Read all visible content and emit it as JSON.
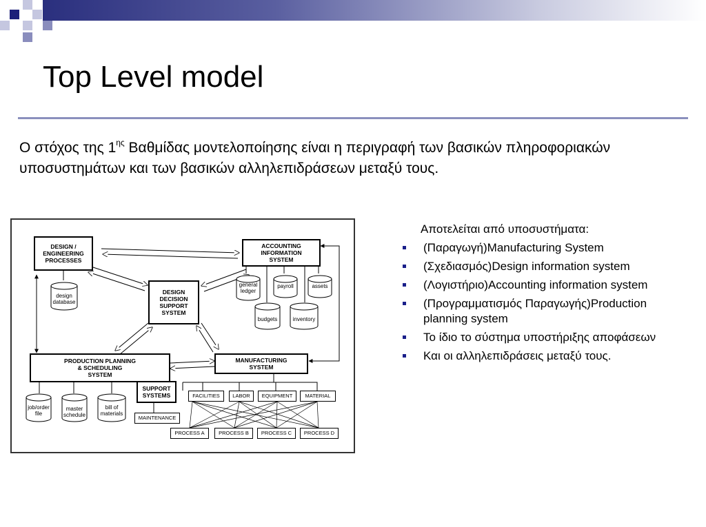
{
  "slide": {
    "title": "Top Level model",
    "intro_before_sup": "Ο στόχος της 1",
    "intro_sup": "ης",
    "intro_after_sup": " Βαθμίδας μοντελοποίησης είναι η περιγραφή των βασικών πληροφοριακών υποσυστημάτων και των βασικών αλληλεπιδράσεων μεταξύ τους.",
    "accent_color": "#2a2f7e",
    "rule_color": "#8a8fbd"
  },
  "diagram": {
    "boxes": {
      "design_eng": "DESIGN /\nENGINEERING\nPROCESSES",
      "accounting": "ACCOUNTING\nINFORMATION\nSYSTEM",
      "dds": "DESIGN\nDECISION\nSUPPORT\nSYSTEM",
      "production": "PRODUCTION PLANNING\n& SCHEDULING\nSYSTEM",
      "manufacturing": "MANUFACTURING\nSYSTEM",
      "support": "SUPPORT\nSYSTEMS",
      "maintenance": "MAINTENANCE",
      "facilities": "FACILITIES",
      "labor": "LABOR",
      "equipment": "EQUIPMENT",
      "material": "MATERIAL",
      "process_a": "PROCESS A",
      "process_b": "PROCESS B",
      "process_c": "PROCESS C",
      "process_d": "PROCESS D"
    },
    "databases": {
      "design_db": "design\ndatabase",
      "general_ledger": "general\nledger",
      "payroll": "payroll",
      "assets": "assets",
      "budgets": "budgets",
      "inventory": "inventory",
      "job_order": "job/order\nfile",
      "master_schedule": "master\nschedule",
      "bill_materials": "bill of\nmaterials"
    }
  },
  "subsystems": {
    "lead": "Αποτελείται από υποσυστήματα:",
    "items": [
      "(Παραγωγή)Manufacturing System",
      "(Σχεδιασμός)Design information system",
      "(Λογιστήριο)Accounting information system",
      "(Προγραμματισμός Παραγωγής)Production planning system",
      "Το ίδιο το σύστημα υποστήριξης αποφάσεων",
      "Και οι αλληλεπιδράσεις μεταξύ τους."
    ],
    "bullet_color": "#1a1f8a"
  }
}
